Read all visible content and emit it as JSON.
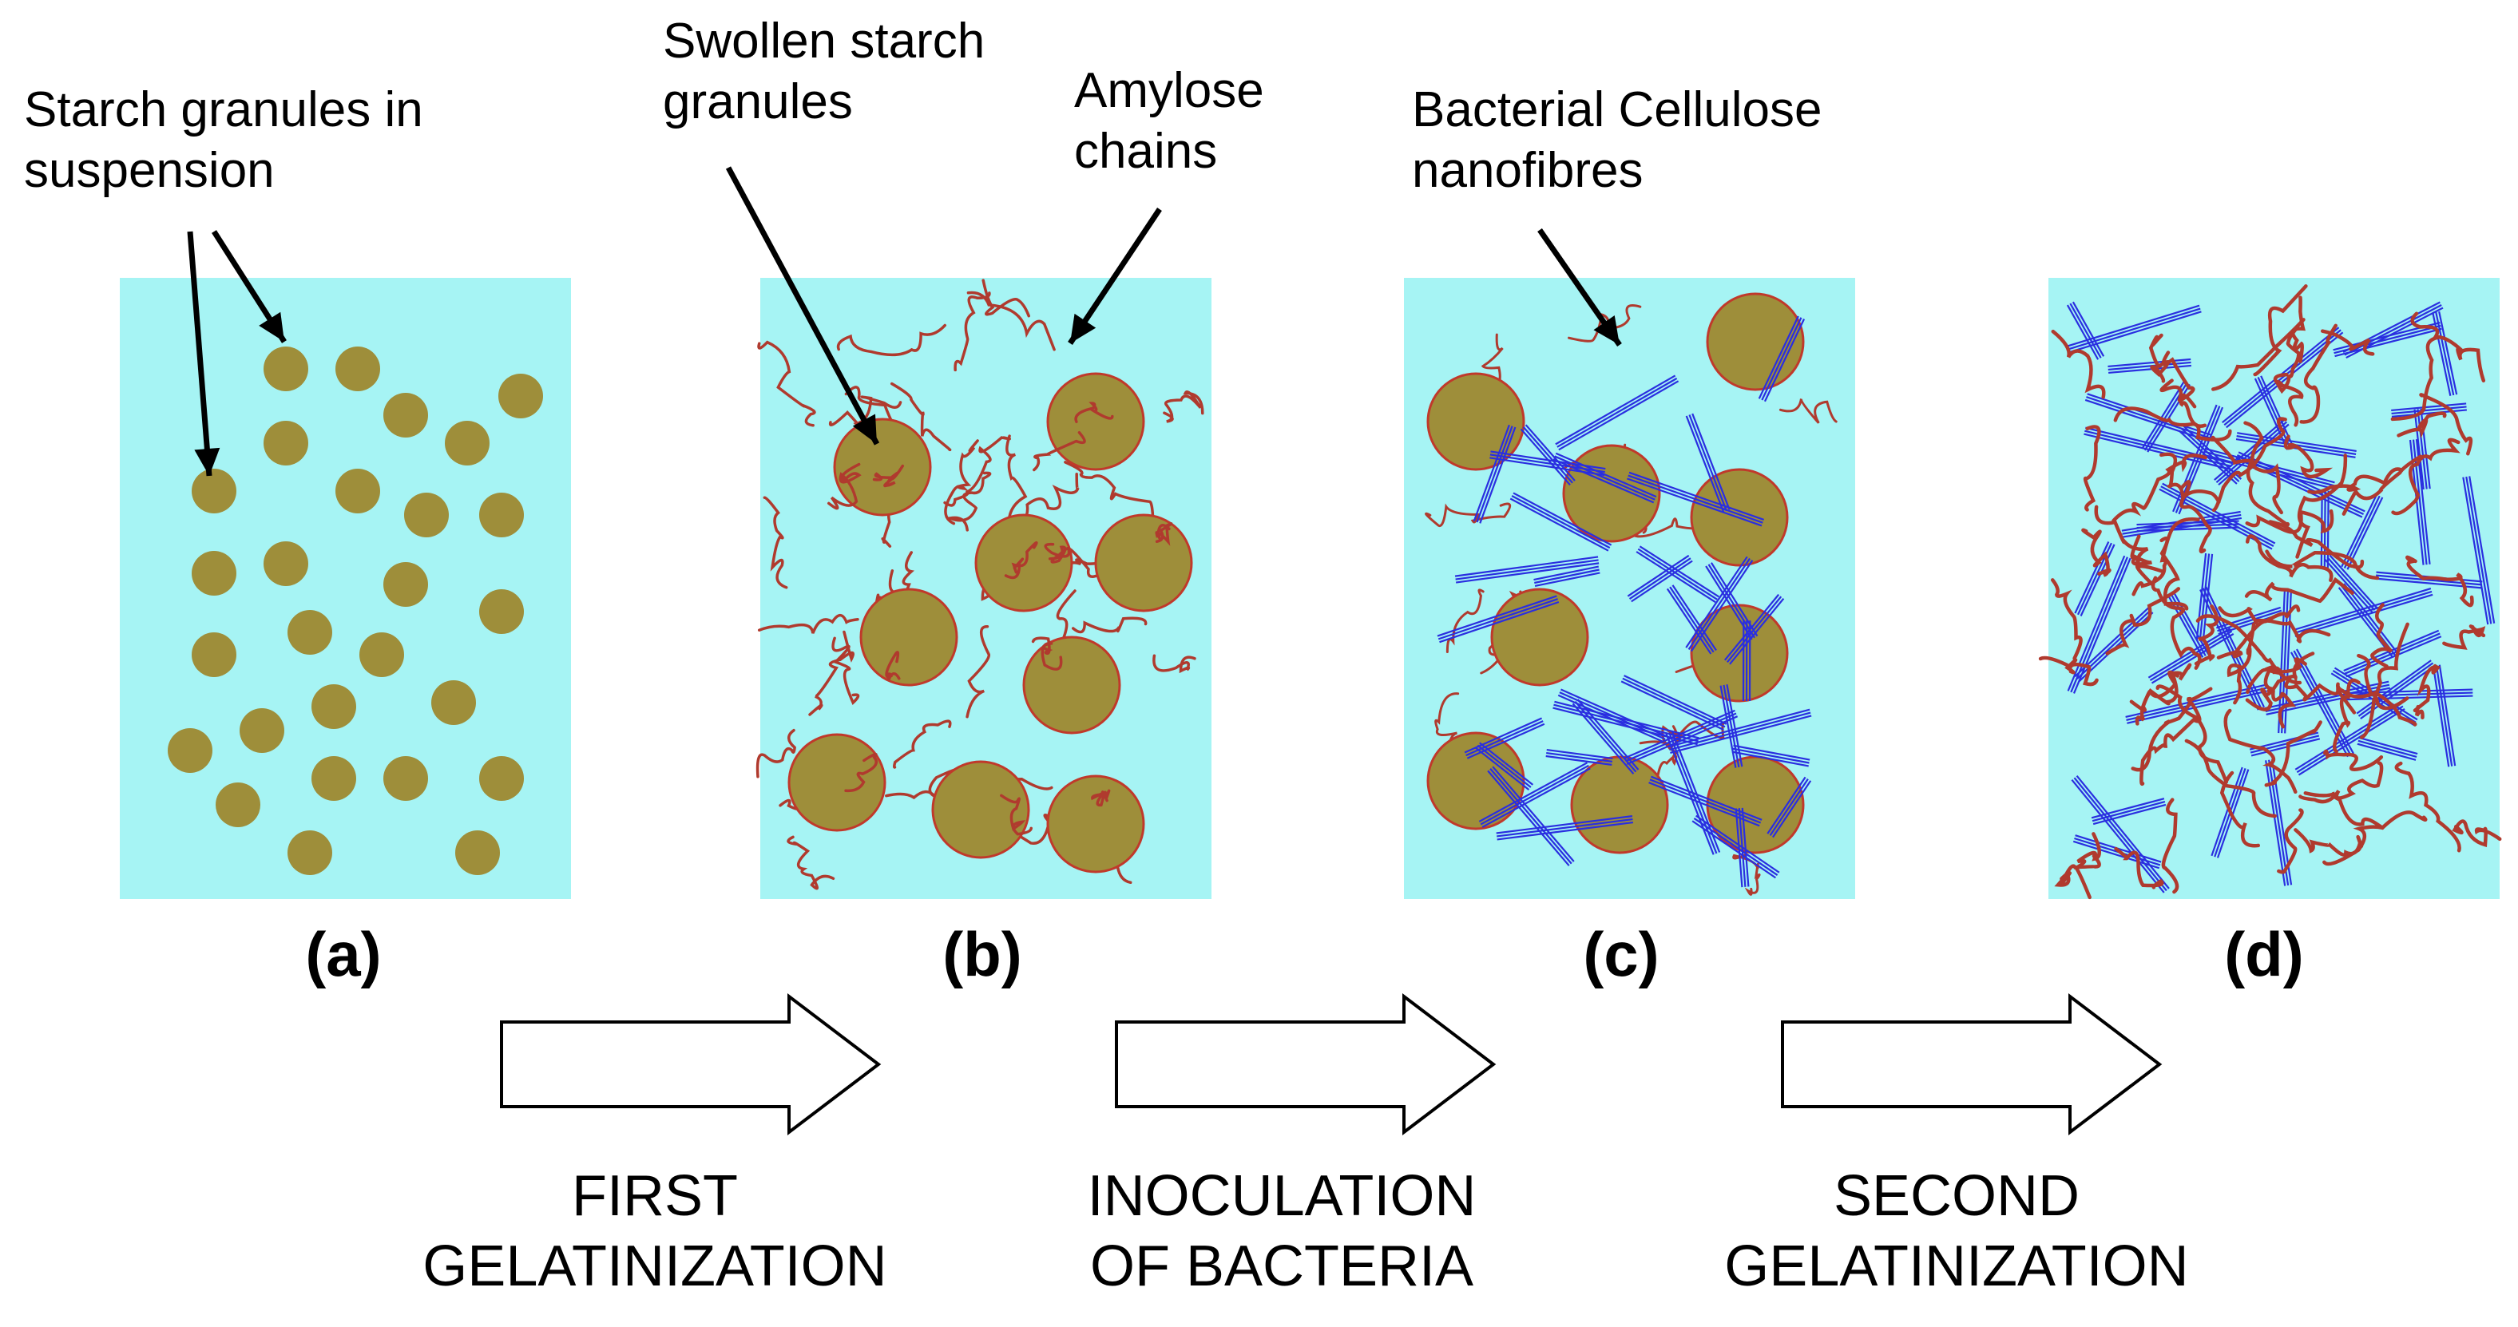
{
  "callouts": {
    "a": [
      "Starch granules in",
      "suspension"
    ],
    "b1": [
      "Swollen starch",
      "granules"
    ],
    "b2": [
      "Amylose",
      "chains"
    ],
    "c": [
      "Bacterial Cellulose",
      "nanofibres"
    ]
  },
  "panel_labels": [
    "(a)",
    "(b)",
    "(c)",
    "(d)"
  ],
  "steps": [
    [
      "FIRST",
      "GELATINIZATION"
    ],
    [
      "INOCULATION",
      "OF BACTERIA"
    ],
    [
      "SECOND",
      "GELATINIZATION"
    ]
  ],
  "colors": {
    "background": "#a6f4f4",
    "granule_fill": "#9e8e3a",
    "granule_stroke": "#c0392b",
    "amylose": "#b03a2e",
    "cellulose": "#2a2ee0"
  }
}
